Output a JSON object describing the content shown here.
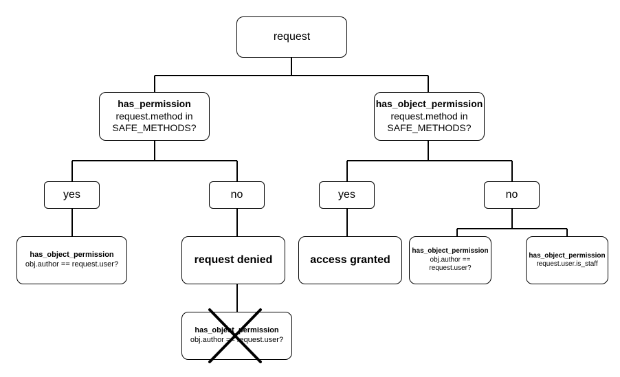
{
  "root": {
    "label": "request"
  },
  "left_check": {
    "title": "has_permission",
    "line1": "request.method in",
    "line2": "SAFE_METHODS?"
  },
  "right_check": {
    "title": "has_object_permission",
    "line1": "request.method in",
    "line2": "SAFE_METHODS?"
  },
  "left_yes": {
    "label": "yes"
  },
  "left_no": {
    "label": "no"
  },
  "right_yes": {
    "label": "yes"
  },
  "right_no": {
    "label": "no"
  },
  "left_yes_result": {
    "title": "has_object_permission",
    "line1": "obj.author == request.user?"
  },
  "left_no_result": {
    "label": "request denied"
  },
  "right_yes_result": {
    "label": "access granted"
  },
  "right_no_result_a": {
    "title": "has_object_permission",
    "line1": "obj.author ==",
    "line2": "request.user?"
  },
  "right_no_result_b": {
    "title": "has_object_permission",
    "line1": "request.user.is_staff"
  },
  "crossed_node": {
    "title": "has_object_permission",
    "line1": "obj.author == request.user?",
    "crossed": true
  }
}
